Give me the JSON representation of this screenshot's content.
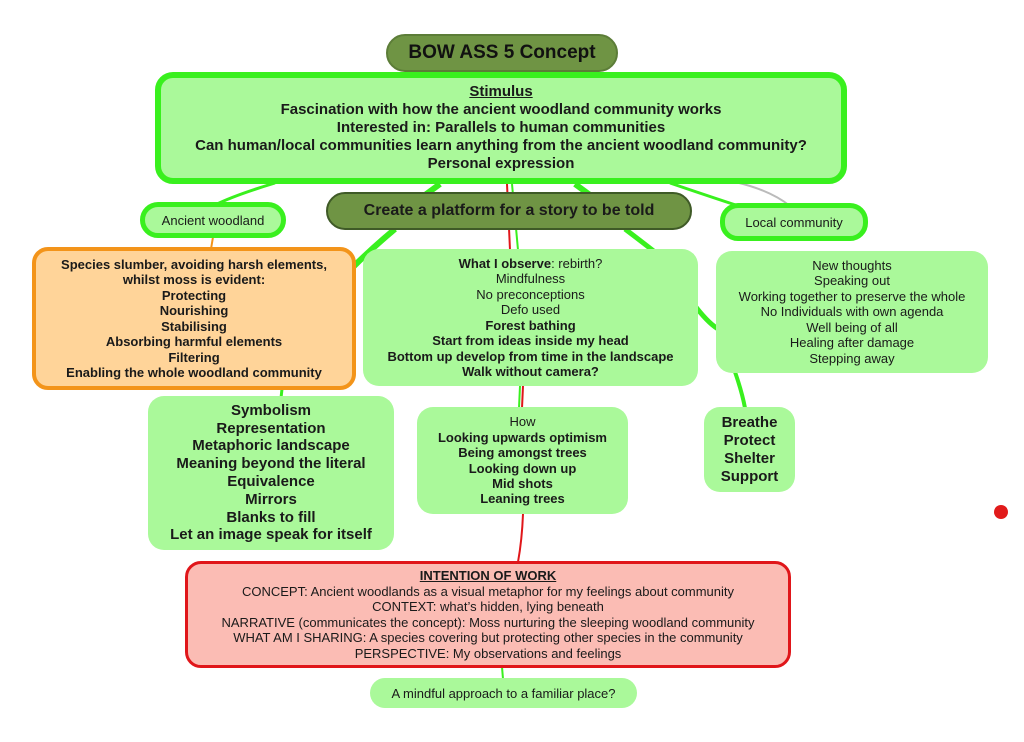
{
  "colors": {
    "title_fill": "#6f9444",
    "green_fill": "#aaf99a",
    "green_border": "#39f01e",
    "orange_fill": "#ffd499",
    "orange_border": "#f3941a",
    "red_fill": "#fbbcb4",
    "red_border": "#e0161a",
    "marker_dot": "#e11b1b"
  },
  "title": "BOW ASS 5 Concept",
  "stimulus": {
    "heading": "Stimulus",
    "lines": [
      "Fascination with how the ancient woodland community works",
      "Interested in: Parallels to human communities",
      "Can human/local communities learn anything from  the ancient woodland community?",
      "Personal expression"
    ]
  },
  "platform": "Create a platform for a story to be told",
  "ancient_woodland": "Ancient woodland",
  "local_community": "Local community",
  "species_box": {
    "lines": [
      "Species slumber, avoiding harsh elements,",
      "whilst moss is evident:",
      "Protecting",
      "Nourishing",
      "Stabilising",
      "Absorbing harmful elements",
      "Filtering",
      "Enabling the whole woodland community"
    ]
  },
  "observe_box": {
    "first_bold": "What I observe",
    "first_rest": ": rebirth?",
    "lines": [
      {
        "text": "Mindfulness",
        "bold": false
      },
      {
        "text": "No preconceptions",
        "bold": false
      },
      {
        "text": "Defo used",
        "bold": false
      },
      {
        "text": "Forest bathing",
        "bold": true
      },
      {
        "text": "Start from ideas inside my head",
        "bold": true
      },
      {
        "text": "Bottom up develop from time in the landscape",
        "bold": true
      },
      {
        "text": "Walk without camera?",
        "bold": true
      }
    ]
  },
  "community_box": {
    "lines": [
      "New thoughts",
      "Speaking out",
      "Working together to preserve the whole",
      "No Individuals with own agenda",
      "Well being of all",
      "Healing after damage",
      "Stepping away"
    ]
  },
  "symbolism_box": {
    "lines": [
      "Symbolism",
      "Representation",
      "Metaphoric landscape",
      "Meaning beyond the literal",
      "Equivalence",
      "Mirrors",
      "Blanks to fill",
      "Let an image speak for itself"
    ]
  },
  "how_box": {
    "heading": "How",
    "lines": [
      "Looking upwards optimism",
      "Being amongst trees",
      "Looking down up",
      "Mid shots",
      "Leaning trees"
    ]
  },
  "breathe_box": {
    "lines": [
      "Breathe",
      "Protect",
      "Shelter",
      "Support"
    ]
  },
  "intention": {
    "heading": "INTENTION OF WORK",
    "lines": [
      "CONCEPT: Ancient woodlands as a visual metaphor for my feelings about community",
      "CONTEXT: what’s hidden, lying beneath",
      "NARRATIVE (communicates the concept): Moss nurturing the sleeping woodland community",
      "WHAT AM I SHARING: A species covering but protecting other species in the community",
      "PERSPECTIVE: My observations and feelings"
    ]
  },
  "mindful": "A mindful approach to a familiar place?"
}
